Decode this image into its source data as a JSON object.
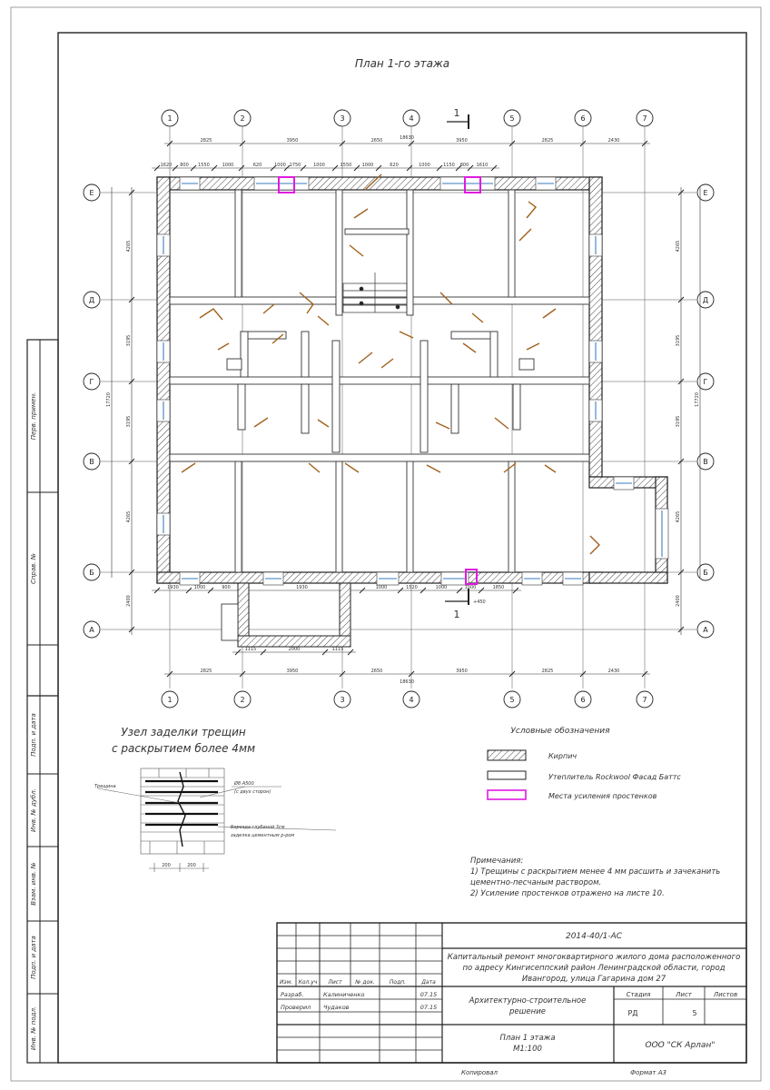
{
  "title": "План 1-го этажа",
  "section_mark": "1",
  "axes_numbers": [
    "1",
    "2",
    "3",
    "4",
    "5",
    "6",
    "7"
  ],
  "axes_letters": [
    "Е",
    "Д",
    "Г",
    "В",
    "Б",
    "А"
  ],
  "dims_top": [
    "2825",
    "3950",
    "2650",
    "3950",
    "2825",
    "2430"
  ],
  "dims_bottom": [
    "2825",
    "3950",
    "2650",
    "3950",
    "2825",
    "2430"
  ],
  "dim_total": "18630",
  "dims_top_row2": [
    "1620",
    "800",
    "1550",
    "1000",
    "620",
    "1000",
    "1750",
    "1000",
    "1550",
    "1000",
    "620",
    "1000",
    "1150",
    "800",
    "1610"
  ],
  "dims_left": [
    "4265",
    "3195",
    "3195",
    "4265",
    "2400"
  ],
  "dims_right": [
    "4265",
    "3195",
    "3195",
    "4265",
    "2400"
  ],
  "dim_left_total": "17720",
  "dim_right_total": "17720",
  "dims_bottom_row": [
    "1930",
    "1000",
    "900",
    "1930",
    "1000",
    "1520",
    "1000",
    "1000",
    "1850"
  ],
  "porch_dims": [
    "1115",
    "2000",
    "1115"
  ],
  "mark_450": "+450",
  "node": {
    "title_line1": "Узел заделки трещин",
    "title_line2": "с раскрытием более 4мм",
    "label_crack": "Трещина",
    "label_rebar1": "Ø8 А500",
    "label_rebar2": "(с двух сторон)",
    "label_mortar1": "Бороздa глубиной 3см",
    "label_mortar2": "заделка цементным р-ром",
    "dims": [
      "200",
      "200"
    ]
  },
  "legend": {
    "title": "Условные обозначения",
    "items": [
      {
        "label": "Кирпич",
        "type": "brick"
      },
      {
        "label": "Утеплитель Rockwool Фасад Баттс",
        "type": "insul"
      },
      {
        "label": "Места усиления простенков",
        "type": "reinforce"
      }
    ]
  },
  "notes": {
    "title": "Примечания:",
    "lines": [
      "1) Трещины с раскрытием менее 4 мм расшить и зачеканить",
      "цементно-песчаным раствором.",
      "2) Усиление простенков отражено на листе 10."
    ]
  },
  "side_stamp": [
    "Перв. примен.",
    "Справ. №",
    "Подп. и дата",
    "Инв. № дубл.",
    "Взам. инв. №",
    "Подп. и дата",
    "Инв. № подл."
  ],
  "stamp": {
    "code": "2014-40/1-АС",
    "description_lines": [
      "Капитальный ремонт многоквартирного жилого дома расположенного",
      "по адресу Кингисеппский район Ленинградской области, город",
      "Ивангород, улица Гагарина дом 27"
    ],
    "header_cols": [
      "Изм.",
      "Кол.уч",
      "Лист",
      "№ док.",
      "Подп.",
      "Дата"
    ],
    "rows": [
      {
        "role": "Разраб.",
        "name": "Калиниченко",
        "date": "07.15"
      },
      {
        "role": "Проверил",
        "name": "Чудаков",
        "date": "07.15"
      }
    ],
    "section_title_lines": [
      "Архитектурно-строительное",
      "решение"
    ],
    "stage_label": "Стадия",
    "sheet_label": "Лист",
    "sheets_label": "Листов",
    "stage_value": "РД",
    "sheet_value": "5",
    "sheets_value": "",
    "drawing_title_lines": [
      "План 1 этажа",
      "М1:100"
    ],
    "company": "ООО \"СК Арлан\""
  },
  "footer": {
    "copied": "Копировал",
    "format": "Формат А3"
  },
  "colors": {
    "reinforce": "#e01ae0",
    "door": "#a0601a",
    "window": "#7aa7d4",
    "line": "#222222"
  }
}
